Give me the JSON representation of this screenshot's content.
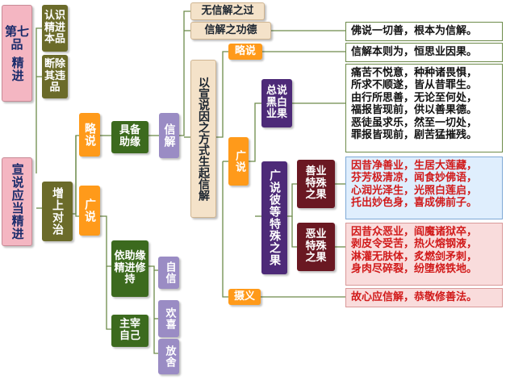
{
  "nodes": {
    "chapter_num": "第七品",
    "chapter_name": "精进",
    "recognize": "认识精进本品",
    "remove": "断除其违品",
    "should_diligent": "宣说应当精进",
    "increase": "增上对治",
    "brief_a": "略说",
    "broad_a": "广说",
    "prepare": "具备助缘",
    "aux": "依助缘精进修持",
    "master": "主宰自己",
    "faith": "信解",
    "self_conf": "自信",
    "joy": "欢喜",
    "let_go": "放舍",
    "method": "以宣说因之方式生起信解",
    "no_faith": "无信解之过",
    "merit": "信解之功德",
    "brief_b": "略说",
    "broad_b": "广说",
    "overall": "总说黑白业果",
    "detailed": "广说彼等特殊之果",
    "good": "善业特殊之果",
    "evil": "恶业特殊之果",
    "summary": "摄义"
  },
  "texts": {
    "merit_text": "佛说一切善，根本为信解。",
    "brief_text": "信解本则为，恒思业因果。",
    "overall_lines": [
      "痛苦不悦意，种种诸畏惧，",
      "所求不顺遂，皆从昔罪生。",
      "由行所思善，无论至何处，",
      "福报皆现前，供以善果德。",
      "恶徒虽求乐，然至一切处，",
      "罪报皆现前，剧苦猛摧残。"
    ],
    "good_lines": [
      "因昔净善业，生居大莲藏，",
      "芬芳极清凉，闻食妙佛语，",
      "心润光泽生，光照白莲启，",
      "托出妙色身，喜成佛前子。"
    ],
    "evil_lines": [
      "因昔众恶业，阎魔诸狱卒，",
      "剥皮令受苦，热火熔钢液，",
      "淋灌无肤体，炙燃剑矛刺，",
      "身肉尽碎裂，纷堕烧铁地。"
    ],
    "summary_text": "故心应信解，恭敬修善法。"
  }
}
